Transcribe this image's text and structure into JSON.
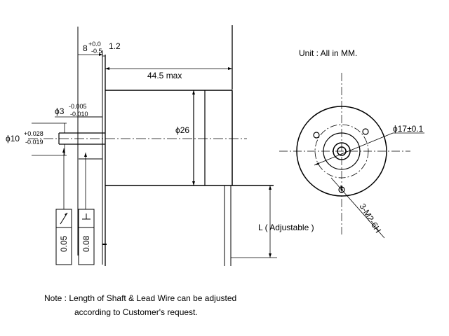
{
  "unit_note": "Unit : All in MM.",
  "side_view": {
    "shaft_len_base": "8",
    "shaft_len_tol_upper": "+0.0",
    "shaft_len_tol_lower": "-0.5",
    "flange_thickness": "1.2",
    "body_length": "44.5 max",
    "boss_dia": "ϕ3",
    "boss_tol_upper": "-0.005",
    "boss_tol_lower": "-0.010",
    "shaft_dia": "ϕ10",
    "shaft_tol_upper": "+0.028",
    "shaft_tol_lower": "-0.019",
    "body_dia": "ϕ26",
    "lead_length": "L ( Adjustable )"
  },
  "tolerance_boxes": [
    {
      "value": "0.05",
      "symbol": "runout"
    },
    {
      "value": "0.08",
      "symbol": "perpendicularity"
    }
  ],
  "front_view": {
    "pcd": "ϕ17±0.1",
    "mount_holes": "3-M2-6H"
  },
  "note": {
    "line1": "Note : Length of Shaft & Lead Wire can be adjusted",
    "line2": "according to Customer's request."
  }
}
